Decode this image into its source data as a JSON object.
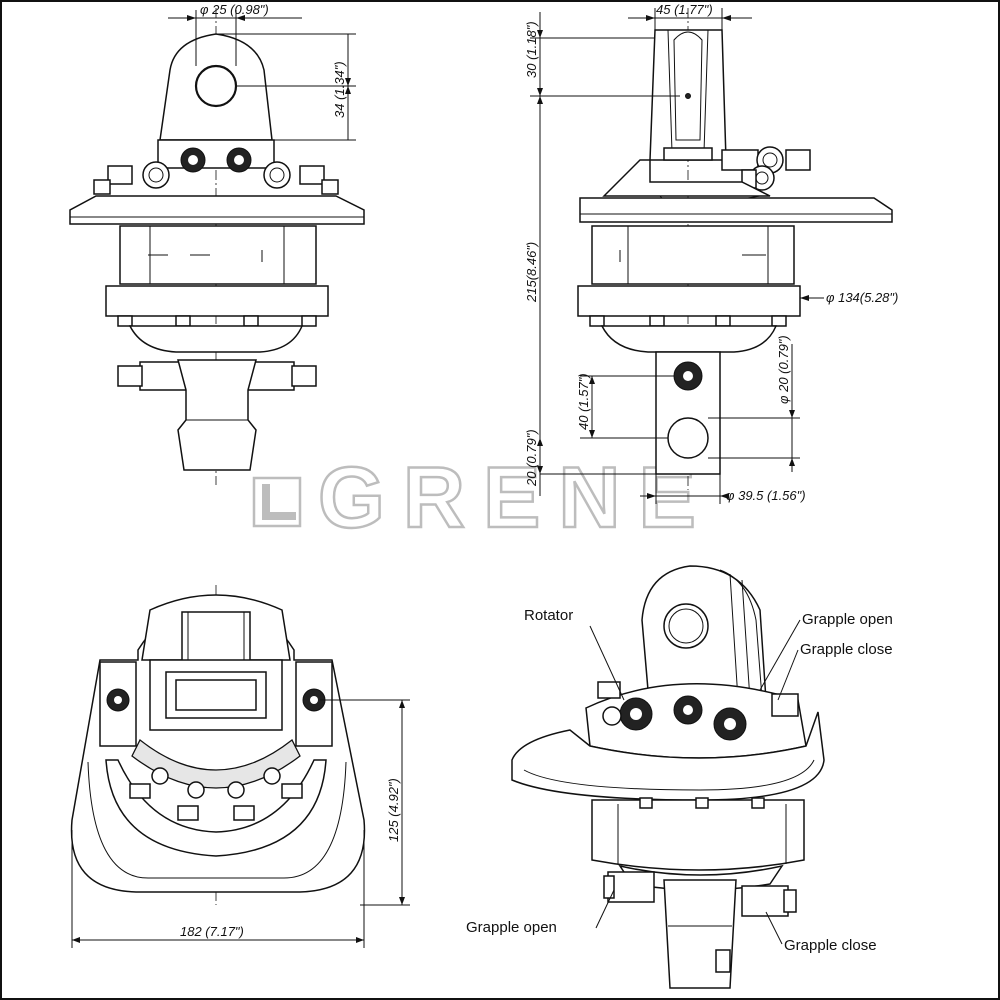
{
  "watermark": {
    "text": "GRENE"
  },
  "front_view": {
    "dim_pin_diameter": "φ 25  (0.98\")",
    "dim_eye_height": "34   (1.34\")"
  },
  "side_view": {
    "dim_top_width": "45 (1.77\")",
    "dim_top_offset": "30   (1.18\")",
    "dim_total_height": "215(8.46\")",
    "dim_flange_diameter": "φ 134(5.28\")",
    "dim_lower_pin_spacing": "40   (1.57\")",
    "dim_lower_pin_diameter": "φ 20   (0.79\")",
    "dim_bottom_offset": "20   (0.79\")",
    "dim_shaft_diameter": "φ 39.5  (1.56\")"
  },
  "top_view": {
    "dim_depth": "125 (4.92\")",
    "dim_width": "182 (7.17\")"
  },
  "iso_view": {
    "label_rotator": "Rotator",
    "label_grapple_open_top": "Grapple open",
    "label_grapple_close_top": "Grapple close",
    "label_grapple_open_bottom": "Grapple open",
    "label_grapple_close_bottom": "Grapple close"
  }
}
